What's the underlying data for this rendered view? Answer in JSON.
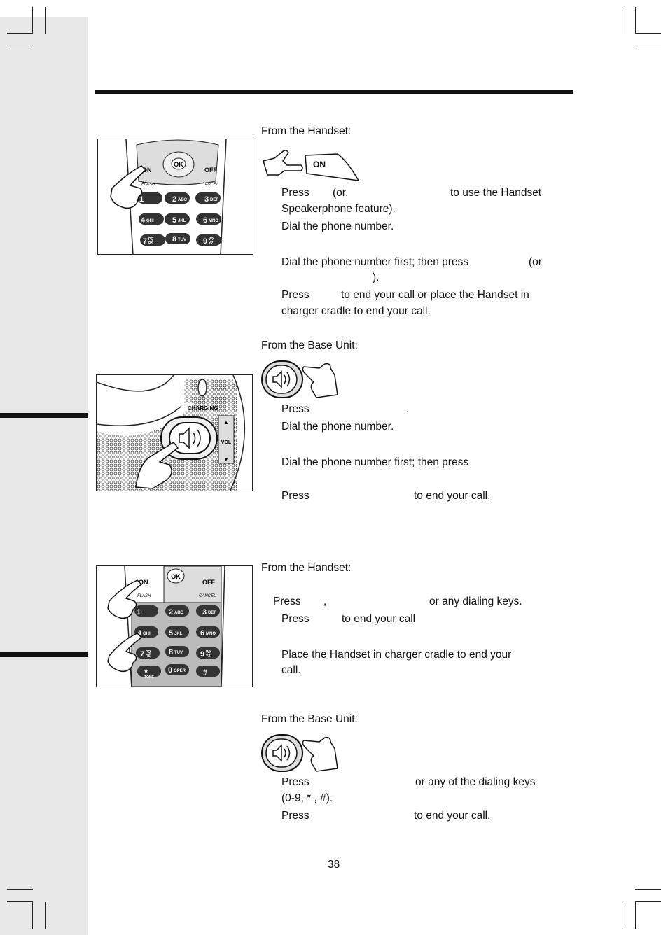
{
  "page_number": "38",
  "illustration_labels": {
    "handset1": {
      "on": "ON",
      "ok": "OK",
      "off": "OFF",
      "flash": "FLASH",
      "cancel": "CANCEL",
      "keys": [
        "1",
        "2",
        "ABC",
        "3",
        "DEF",
        "4",
        "GHI",
        "5",
        "JKL",
        "6",
        "MNO",
        "7",
        "PQ",
        "RS",
        "8",
        "TUV",
        "9",
        "WX",
        "YZ"
      ]
    },
    "base": {
      "charging": "CHARGING",
      "vol": "VOL",
      "up": "▲",
      "down": "▼"
    },
    "handset2": {
      "on": "ON",
      "ok": "OK",
      "off": "OFF",
      "flash": "FLASH",
      "cancel": "CANCEL",
      "keys": [
        "1",
        "2",
        "ABC",
        "3",
        "DEF",
        "4",
        "GHI",
        "5",
        "JKL",
        "6",
        "MNO",
        "7",
        "PQ",
        "RS",
        "8",
        "TUV",
        "9",
        "WX",
        "YZ",
        "*",
        "TONE",
        "0",
        "OPER",
        "#"
      ]
    }
  },
  "on_button_label": "ON",
  "section1": {
    "heading": "From the Handset:",
    "step1_a": "Press",
    "step1_b": "(or,",
    "step1_c": "to use the Handset",
    "step1_d": "Speakerphone  feature).",
    "step2": "Dial the phone number.",
    "alt_a": "Dial  the  phone  number  first;  then  press",
    "alt_b": "(or",
    "alt_c": ").",
    "end_a": "Press",
    "end_b": "to end your call or place the Handset in",
    "end_c": "charger cradle to end your call."
  },
  "section2": {
    "heading": "From the Base Unit:",
    "step1_a": "Press",
    "step1_b": ".",
    "step2": "Dial the phone number.",
    "alt": "Dial the phone number first; then press",
    "end_a": "Press",
    "end_b": "to end your call."
  },
  "section3": {
    "heading": "From the Handset:",
    "step1_a": "Press",
    "step1_b": ",",
    "step1_c": "or any dialing keys.",
    "step2_a": "Press",
    "step2_b": "to end your call",
    "alt_a": "Place  the  Handset  in  charger  cradle  to  end  your",
    "alt_b": "call."
  },
  "section4": {
    "heading": "From the Base Unit:",
    "step1_a": "Press",
    "step1_b": "or any of the dialing keys",
    "step1_c": "(0-9, * , #).",
    "end_a": "Press",
    "end_b": "to end your call."
  }
}
